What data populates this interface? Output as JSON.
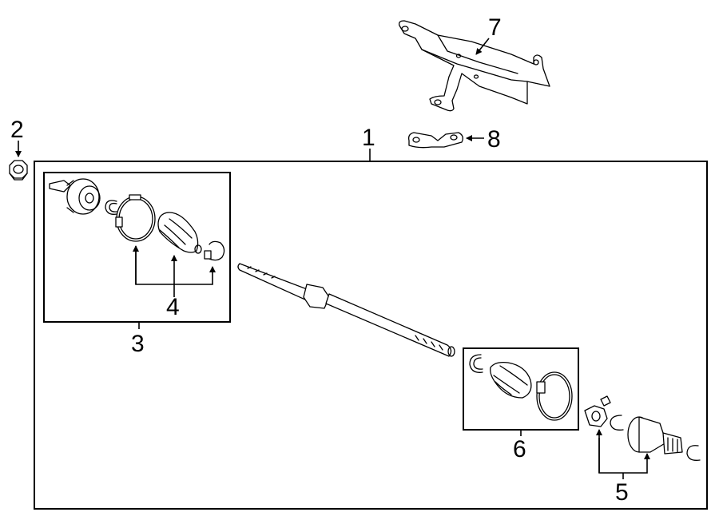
{
  "diagram": {
    "callouts": {
      "c1": "1",
      "c2": "2",
      "c3": "3",
      "c4": "4",
      "c5": "5",
      "c6": "6",
      "c7": "7",
      "c8": "8"
    }
  }
}
